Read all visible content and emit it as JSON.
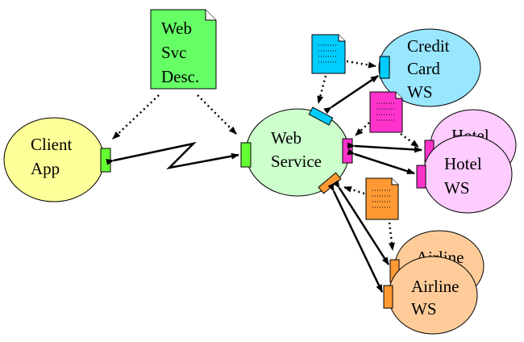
{
  "nodes": {
    "client": {
      "lines": [
        "Client",
        "App"
      ],
      "fill": "#ffff99"
    },
    "web_service": {
      "lines": [
        "Web",
        "Service"
      ],
      "fill": "#ccffcc"
    },
    "credit_card": {
      "lines": [
        "Credit",
        "Card",
        "WS"
      ],
      "fill": "#99e6ff"
    },
    "hotel_back": {
      "lines": [
        "Hotel"
      ],
      "fill": "#ffccff"
    },
    "hotel": {
      "lines": [
        "Hotel",
        "WS"
      ],
      "fill": "#ffccff"
    },
    "airline_back": {
      "lines": [
        "Airline"
      ],
      "fill": "#ffcc99"
    },
    "airline": {
      "lines": [
        "Airline",
        "WS"
      ],
      "fill": "#ffcc99"
    }
  },
  "description_doc": {
    "lines": [
      "Web",
      "Svc",
      "Desc."
    ],
    "fill": "#66ff66"
  },
  "colors": {
    "client_port": "#66ff33",
    "service_port_client": "#66ff33",
    "credit_card_port": "#00ccff",
    "hotel_port": "#ff33cc",
    "airline_port": "#ff9933",
    "credit_card_doc": "#00ccff",
    "hotel_doc": "#ff33cc",
    "airline_doc": "#ff9933"
  }
}
